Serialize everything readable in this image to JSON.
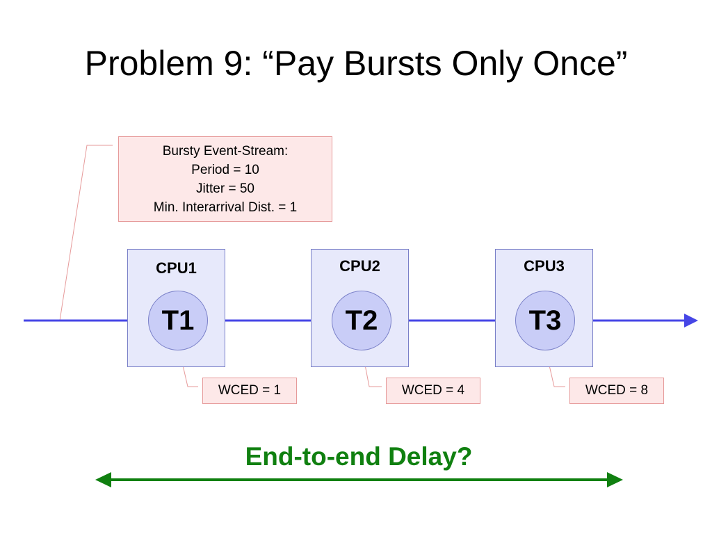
{
  "title": "Problem 9: “Pay Bursts Only Once”",
  "stream": {
    "lines": [
      "Bursty Event-Stream:",
      "Period = 10",
      "Jitter = 50",
      "Min. Interarrival Dist. = 1"
    ]
  },
  "cpus": [
    {
      "label": "CPU1",
      "task": "T1",
      "wced": "WCED = 1"
    },
    {
      "label": "CPU2",
      "task": "T2",
      "wced": "WCED = 4"
    },
    {
      "label": "CPU3",
      "task": "T3",
      "wced": "WCED = 8"
    }
  ],
  "question": "End-to-end Delay?",
  "colors": {
    "flow_arrow": "#4646e6",
    "delay_arrow": "#108010",
    "callout": "#e69a9a",
    "cpu_fill": "#e7e9fb",
    "task_fill": "#c9cdf7",
    "note_fill": "#fde8e8"
  }
}
